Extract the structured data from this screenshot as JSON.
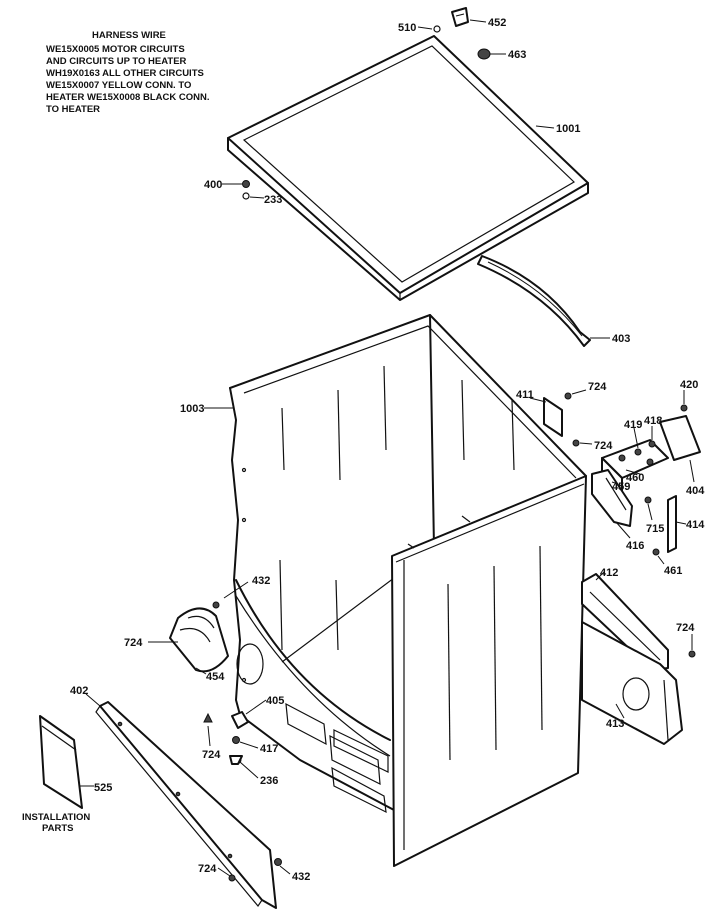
{
  "harness_note": {
    "heading": "HARNESS WIRE",
    "lines": [
      "WE15X0005 MOTOR CIRCUITS",
      "AND CIRCUITS UP TO HEATER",
      "WH19X0163 ALL OTHER CIRCUITS",
      "WE15X0007 YELLOW CONN. TO",
      "HEATER WE15X0008 BLACK CONN.",
      "TO HEATER"
    ]
  },
  "installation_label": {
    "line1": "INSTALLATION",
    "line2": "PARTS"
  },
  "part_labels": {
    "p510": "510",
    "p452": "452",
    "p463": "463",
    "p1001": "1001",
    "p400": "400",
    "p233": "233",
    "p403": "403",
    "p1003": "1003",
    "p411": "411",
    "p724a": "724",
    "p724b": "724",
    "p420": "420",
    "p419": "419",
    "p418": "418",
    "p460": "460",
    "p459": "459",
    "p404": "404",
    "p416": "416",
    "p715": "715",
    "p414": "414",
    "p461": "461",
    "p432a": "432",
    "p412": "412",
    "p724c": "724",
    "p724d": "724",
    "p454": "454",
    "p402": "402",
    "p405": "405",
    "p724e": "724",
    "p417": "417",
    "p413": "413",
    "p236": "236",
    "p525": "525",
    "p724f": "724",
    "p432b": "432"
  }
}
